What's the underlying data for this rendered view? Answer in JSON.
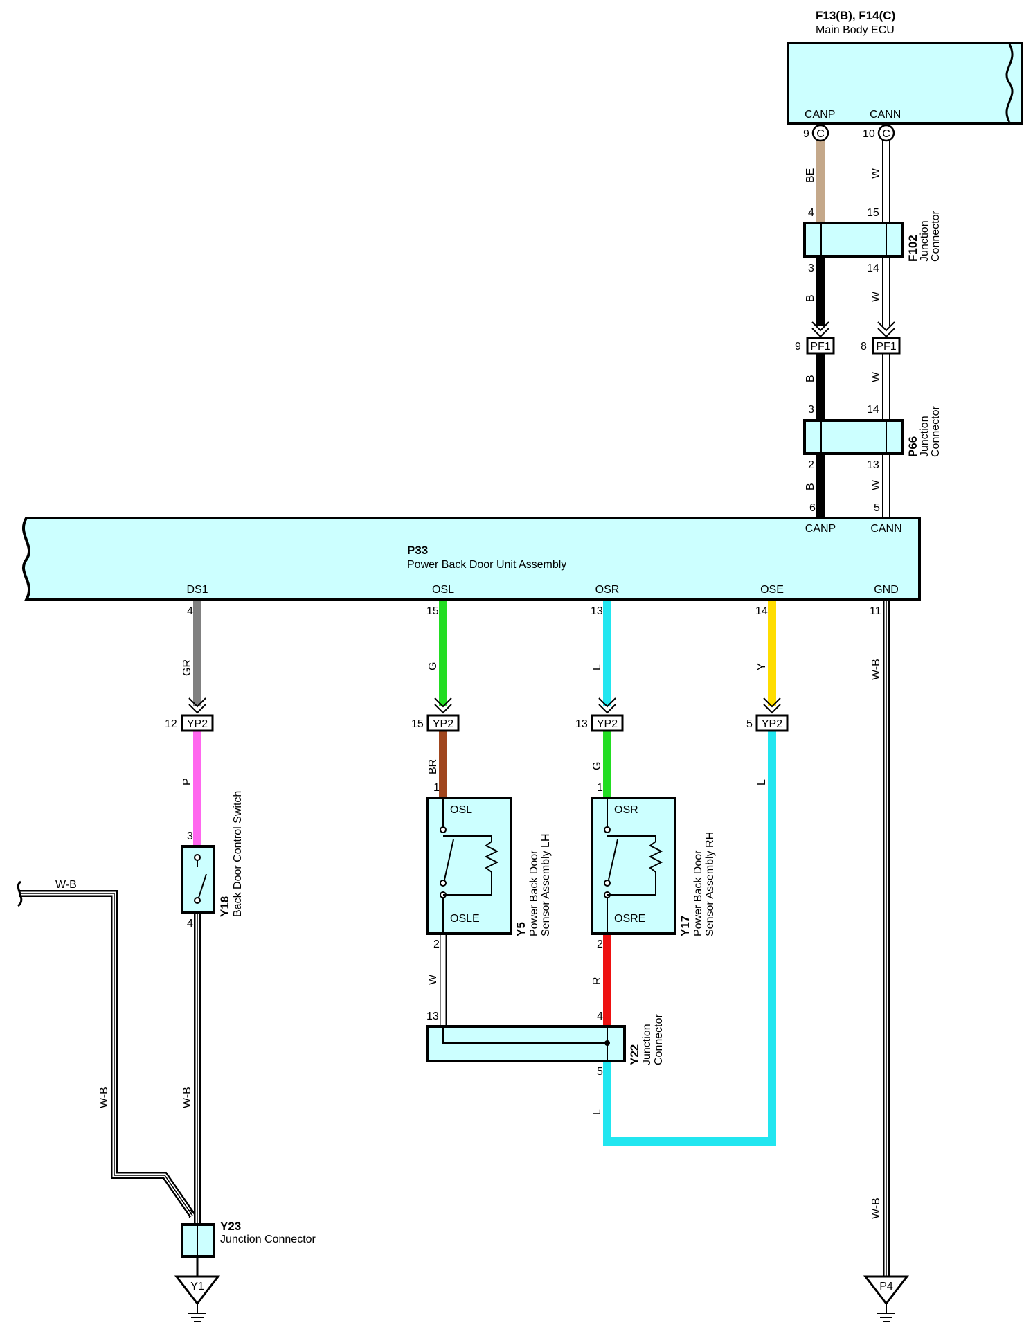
{
  "colors": {
    "body_fill": "#ccffff",
    "wire_BE": "#c4a88a",
    "wire_W": "#ffffff",
    "wire_B": "#000000",
    "wire_GR": "#808080",
    "wire_G": "#22dd22",
    "wire_L": "#22e6f0",
    "wire_Y": "#ffdd00",
    "wire_P": "#ff66ee",
    "wire_BR": "#a0461e",
    "wire_R": "#ee1111"
  },
  "main_ecu": {
    "code": "F13(B), F14(C)",
    "name": "Main Body ECU",
    "pins": [
      {
        "name": "CANP",
        "num": "9",
        "conn": "C"
      },
      {
        "name": "CANN",
        "num": "10",
        "conn": "C"
      }
    ]
  },
  "f102": {
    "code": "F102",
    "line1": "Junction",
    "line2": "Connector",
    "pins": [
      "4",
      "15",
      "3",
      "14"
    ]
  },
  "p66": {
    "code": "P66",
    "line1": "Junction",
    "line2": "Connector",
    "pins": [
      "3",
      "14",
      "2",
      "13"
    ]
  },
  "pf1": {
    "label": "PF1",
    "left_pin": "9",
    "right_pin": "8"
  },
  "p33": {
    "code": "P33",
    "name": "Power Back Door Unit Assembly",
    "top_pins": [
      {
        "name": "CANP",
        "num": "6"
      },
      {
        "name": "CANN",
        "num": "5"
      }
    ],
    "bottom_pins": [
      {
        "name": "DS1",
        "num": "4"
      },
      {
        "name": "OSL",
        "num": "15"
      },
      {
        "name": "OSR",
        "num": "13"
      },
      {
        "name": "OSE",
        "num": "14"
      },
      {
        "name": "GND",
        "num": "11"
      }
    ]
  },
  "yp2": {
    "label": "YP2",
    "pins": [
      "12",
      "15",
      "13",
      "5"
    ]
  },
  "wire_labels": {
    "canp_top": "BE",
    "cann_top": "W",
    "canp_mid1": "B",
    "cann_mid1": "W",
    "canp_mid2": "B",
    "cann_mid2": "W",
    "canp_mid3": "B",
    "cann_mid3": "W",
    "ds1_top": "GR",
    "osl_top": "G",
    "osr_top": "L",
    "ose_top": "Y",
    "gnd_top": "W-B",
    "ds1_bot": "P",
    "osl_bot": "BR",
    "osr_bot": "G",
    "ose_bot": "L",
    "y5_out": "W",
    "y17_out": "R",
    "y22_out": "L",
    "y18_out": "W-B",
    "left_vert": "W-B",
    "left_horiz": "W-B",
    "gnd_bot": "W-B"
  },
  "y18": {
    "code": "Y18",
    "name": "Back Door Control Switch",
    "pin_top": "3",
    "pin_bottom": "4"
  },
  "y5": {
    "code": "Y5",
    "line1": "Power Back Door",
    "line2": "Sensor Assembly LH",
    "pin_top_name": "OSL",
    "pin_bottom_name": "OSLE",
    "pin_top": "1",
    "pin_bottom": "2"
  },
  "y17": {
    "code": "Y17",
    "line1": "Power Back Door",
    "line2": "Sensor Assembly RH",
    "pin_top_name": "OSR",
    "pin_bottom_name": "OSRE",
    "pin_top": "1",
    "pin_bottom": "2"
  },
  "y22": {
    "code": "Y22",
    "line1": "Junction",
    "line2": "Connector",
    "pins": [
      "13",
      "4",
      "5"
    ]
  },
  "y23": {
    "code": "Y23",
    "name": "Junction Connector",
    "pin": "7"
  },
  "grounds": {
    "left": "Y1",
    "right": "P4"
  }
}
